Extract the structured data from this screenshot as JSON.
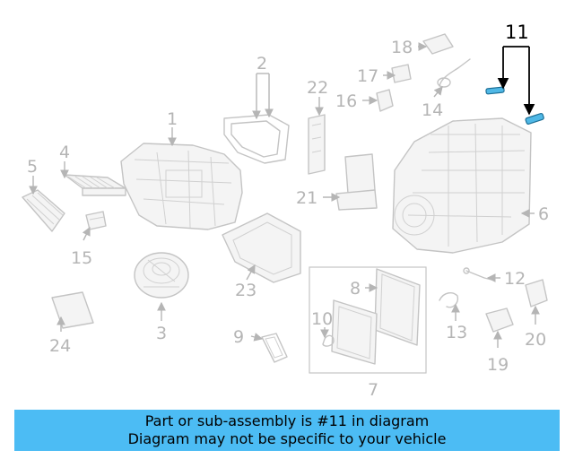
{
  "labels": {
    "l1": "1",
    "l2": "2",
    "l3": "3",
    "l4": "4",
    "l5": "5",
    "l6": "6",
    "l7": "7",
    "l8": "8",
    "l9": "9",
    "l10": "10",
    "l11": "11",
    "l12": "12",
    "l13": "13",
    "l14": "14",
    "l15": "15",
    "l16": "16",
    "l17": "17",
    "l18": "18",
    "l19": "19",
    "l20": "20",
    "l21": "21",
    "l22": "22",
    "l23": "23",
    "l24": "24"
  },
  "highlight_color": "#4cbcf4",
  "banner": {
    "line1": "Part or sub-assembly is #11 in diagram",
    "line2": "Diagram may not be specific to your vehicle"
  }
}
